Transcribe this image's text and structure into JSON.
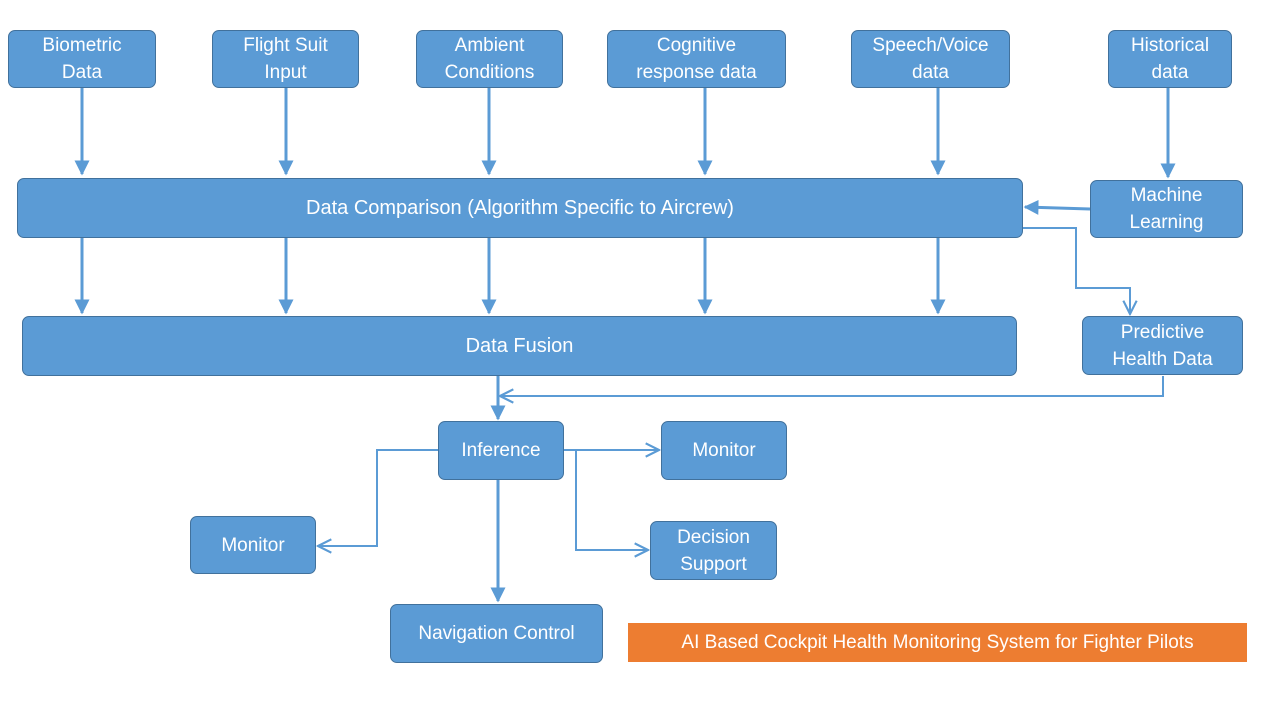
{
  "diagram": {
    "colors": {
      "node_fill": "#5b9bd5",
      "node_border": "#41719c",
      "title_fill": "#ed7d31",
      "arrow": "#5b9bd5"
    },
    "inputs": {
      "biometric": "Biometric\nData",
      "flight_suit": "Flight Suit\nInput",
      "ambient": "Ambient\nConditions",
      "cognitive": "Cognitive\nresponse data",
      "speech": "Speech/Voice\ndata",
      "historical": "Historical\ndata"
    },
    "machine_learning": "Machine\nLearning",
    "data_comparison": "Data Comparison (Algorithm Specific to Aircrew)",
    "predictive_health": "Predictive\nHealth Data",
    "data_fusion": "Data Fusion",
    "inference": "Inference",
    "monitor_right": "Monitor",
    "monitor_left": "Monitor",
    "decision_support": "Decision\nSupport",
    "navigation_control": "Navigation Control",
    "title": "AI Based Cockpit Health Monitoring System for Fighter Pilots"
  }
}
